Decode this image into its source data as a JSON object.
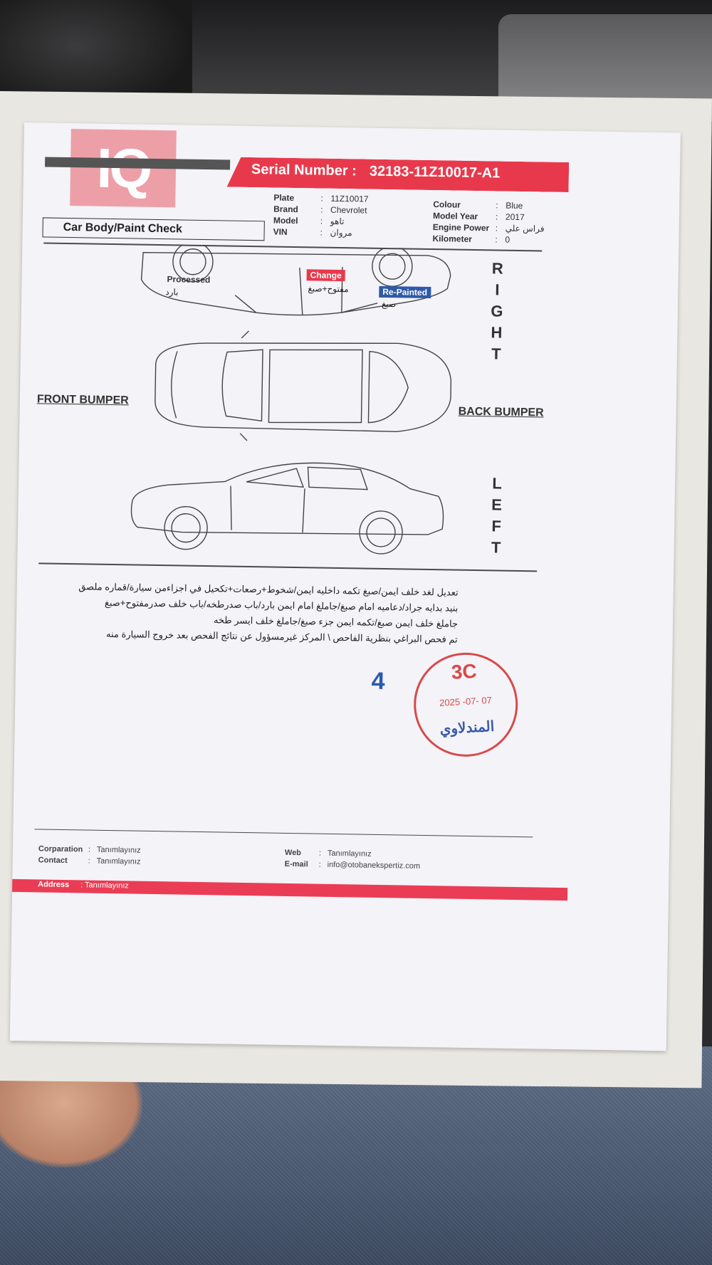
{
  "logo": {
    "text": "IQ"
  },
  "report": {
    "serial_label": "Serial Number :",
    "serial_value": "32183-11Z10017-A1",
    "section_title": "Car Body/Paint Check",
    "vehicle": [
      {
        "label": "Plate",
        "value": "11Z10017"
      },
      {
        "label": "Brand",
        "value": "Chevrolet"
      },
      {
        "label": "Model",
        "value": "تاهو"
      },
      {
        "label": "VIN",
        "value": "مروان"
      }
    ],
    "specs": [
      {
        "label": "Colour",
        "value": "Blue"
      },
      {
        "label": "Model Year",
        "value": "2017"
      },
      {
        "label": "Engine Power",
        "value": "فراس علي"
      },
      {
        "label": "Kilometer",
        "value": "0"
      }
    ]
  },
  "diagram": {
    "right_label": [
      "R",
      "I",
      "G",
      "H",
      "T"
    ],
    "left_label": [
      "L",
      "E",
      "F",
      "T"
    ],
    "front_bumper": "FRONT BUMPER",
    "back_bumper": "BACK BUMPER",
    "legend": {
      "processed": "Processed",
      "processed_ar": "بارد",
      "change": "Change",
      "change_ar": "مفتوح+صبغ",
      "repainted": "Re-Painted",
      "repainted_ar": "صبغ",
      "change_color": "#e8394c",
      "repainted_color": "#2e5aa8"
    }
  },
  "remarks": [
    "تعديل لغد خلف ايمن/صبغ تكمه داخليه ايمن/شخوط+رصعات+تكحيل في اجزاءمن سيارة/قماره ملصق",
    "بنيد بدايه جراد/دعاميه امام صبغ/جاملغ امام ايمن بارد/باب صدرطخه/باب خلف صدرمفتوح+صبغ",
    "جاملغ خلف ايمن صبغ/تكمه ايمن جزء صبغ/جاملغ خلف ايسر طخه",
    "تم فحص البراغي بنظرية الفاحص \\ المركز غيرمسؤول عن نتائج الفحص بعد خروج السيارة منه"
  ],
  "stamp": {
    "number": "4",
    "code": "3C",
    "date": "2025 -07- 07",
    "name": "المندلاوي",
    "color": "#d74a4a"
  },
  "footer": {
    "left": [
      {
        "label": "Corparation",
        "value": "Tanımlayınız"
      },
      {
        "label": "Contact",
        "value": "Tanımlayınız"
      }
    ],
    "right": [
      {
        "label": "Web",
        "value": "Tanımlayınız"
      },
      {
        "label": "E-mail",
        "value": "info@otobanekspertiz.com"
      }
    ],
    "address_label": "Address",
    "address_value": "Tanımlayınız",
    "accent": "#ea3d55"
  }
}
